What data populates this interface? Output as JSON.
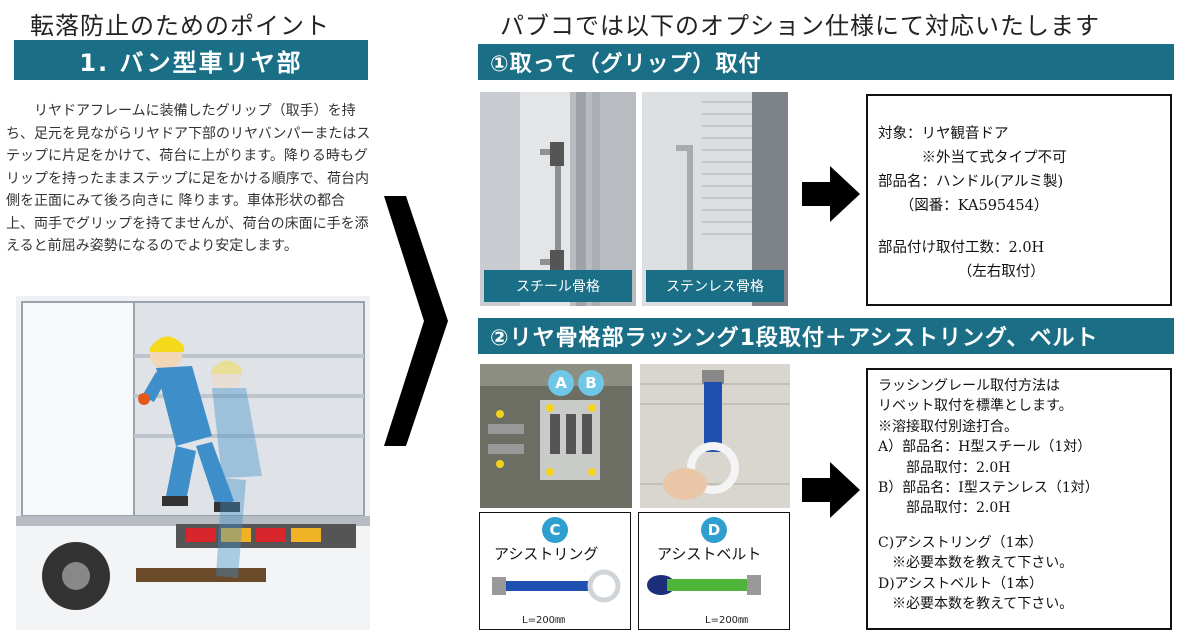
{
  "left": {
    "title": "転落防止のためのポイント",
    "section_label": "1. バン型車リヤ部",
    "paragraph": "リヤドアフレームに装備したグリップ（取手）を持ち、足元を見ながらリヤドア下部のリヤバンパーまたはステップに片足をかけて、荷台に上がります。降りる時もグリップを持ったままステップに足をかける順序で、荷台内側を正面にみて後ろ向きに 降ります。車体形状の都合上、両手でグリップを持てませんが、荷台の床面に手を添えると前屈み姿勢になるのでより安定します。"
  },
  "right": {
    "title": "パブコでは以下のオプション仕様にて対応いたします",
    "section1": {
      "label": "①取って（グリップ）取付",
      "photo1_caption": "スチール骨格",
      "photo2_caption": "ステンレス骨格",
      "info_lines": [
        "対象：リヤ観音ドア",
        "　　　※外当て式タイプ不可",
        "部品名：ハンドル(アルミ製)",
        "　　（図番：KA595454）",
        "部品付け取付工数：2.0H",
        "　　　　　　（左右取付）"
      ]
    },
    "section2": {
      "label": "②リヤ骨格部ラッシング1段取付＋アシストリング、ベルト",
      "badge_a": "A",
      "badge_b": "B",
      "badge_c": "C",
      "badge_d": "D",
      "item_c_label": "アシストリング",
      "item_d_label": "アシストベルト",
      "item_c_length": "L=200㎜",
      "item_d_length": "L=200㎜",
      "info_lines": [
        "ラッシングレール取付方法は",
        "リベット取付を標準とします。",
        "※溶接取付別途打合。",
        "A）部品名：H型スチール（1対）",
        "　　部品取付：2.0H",
        "B）部品名：I型ステンレス（1対）",
        "　　部品取付：2.0H",
        "C)アシストリング（1本）",
        "　※必要本数を教えて下さい。",
        "D)アシストベルト（1本）",
        "　※必要本数を教えて下さい。"
      ]
    }
  },
  "colors": {
    "section_bar": "#1a6f86",
    "badge": "#6fc7e8",
    "belt_blue": "#1f4fb0",
    "belt_green": "#4fb43a"
  }
}
